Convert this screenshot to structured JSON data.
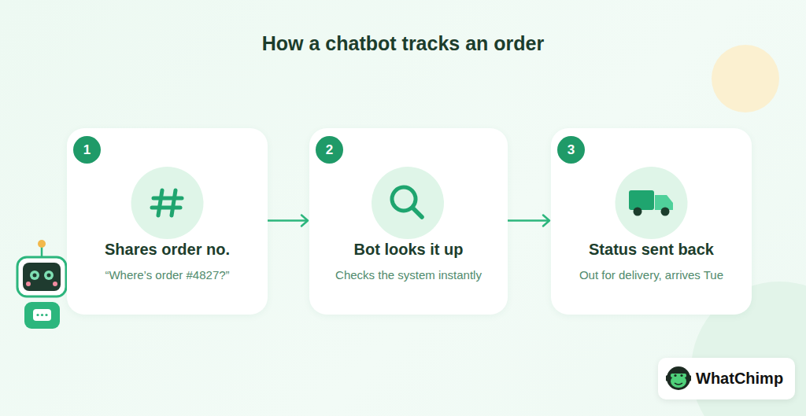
{
  "diagram": {
    "title": "How a chatbot tracks an order",
    "nodes": [
      {
        "text": [
          "Shares order no.",
          "“Where’s order #4827?”"
        ]
      },
      {
        "text": [
          "1"
        ],
        "in": 0
      },
      {
        "text": [
          "Bot looks it up",
          "Checks the system instantly"
        ]
      },
      {
        "text": [
          "2"
        ],
        "in": 2
      },
      {
        "text": [
          "Status sent back",
          "Out for delivery, arrives Tue"
        ]
      },
      {
        "text": [
          "3"
        ],
        "in": 4
      },
      {
        "text": [
          "WhatChimp"
        ]
      }
    ],
    "edges": [
      {
        "from": 0,
        "to": 2,
        "arrow": "to"
      },
      {
        "from": 2,
        "to": 4,
        "arrow": "to"
      }
    ]
  }
}
